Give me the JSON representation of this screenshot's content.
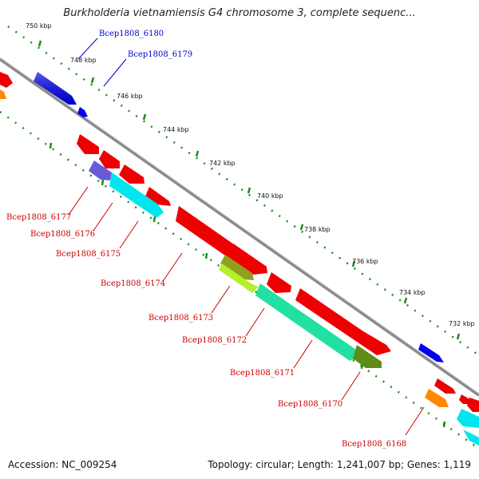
{
  "title": "Burkholderia vietnamiensis G4 chromosome 3, complete sequenc...",
  "footer": {
    "accession": "Accession: NC_009254",
    "topology": "Topology: circular; Length: 1,241,007 bp; Genes: 1,119"
  },
  "colors": {
    "backbone": "#8a8a8a",
    "dots": "#1e8c1e",
    "forward_label": "#0000cc",
    "reverse_label": "#cc0000"
  },
  "scale_ticks": [
    {
      "label": "732 kbp"
    },
    {
      "label": "734 kbp"
    },
    {
      "label": "736 kbp"
    },
    {
      "label": "738 kbp"
    },
    {
      "label": "740 kbp"
    },
    {
      "label": "742 kbp"
    },
    {
      "label": "744 kbp"
    },
    {
      "label": "746 kbp"
    },
    {
      "label": "748 kbp"
    },
    {
      "label": "750 kbp"
    }
  ],
  "forward_labels": [
    {
      "label": "Bcep1808_6180"
    },
    {
      "label": "Bcep1808_6179"
    }
  ],
  "reverse_labels": [
    {
      "label": "Bcep1808_6177"
    },
    {
      "label": "Bcep1808_6176"
    },
    {
      "label": "Bcep1808_6175"
    },
    {
      "label": "Bcep1808_6174"
    },
    {
      "label": "Bcep1808_6173"
    },
    {
      "label": "Bcep1808_6172"
    },
    {
      "label": "Bcep1808_6171"
    },
    {
      "label": "Bcep1808_6170"
    },
    {
      "label": "Bcep1808_6168"
    }
  ]
}
